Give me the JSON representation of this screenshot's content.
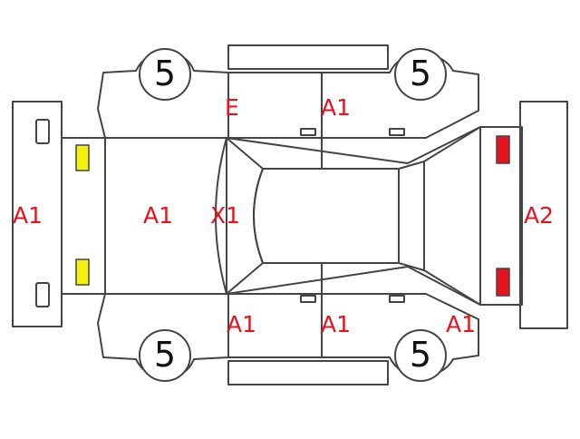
{
  "colors": {
    "outline": "#444444",
    "panel_fill": "#ffffff",
    "label_red": "#e8121c",
    "label_black": "#111111",
    "marker_yellow": "#f2f20a",
    "marker_red": "#e8121c"
  },
  "labels": {
    "rear_bumper": "A1",
    "trunk": "A1",
    "roof": "X1",
    "rear_door_top": "E",
    "front_door_top": "A1",
    "rear_door_bottom": "A1",
    "front_door_bottom": "A1",
    "front_fender_bottom": "A1",
    "front_bumper": "A2"
  },
  "wheels": {
    "rear_top": "5",
    "front_top": "5",
    "rear_bottom": "5",
    "front_bottom": "5"
  },
  "markers": {
    "rear_left_light": "yellow",
    "rear_right_light": "yellow",
    "front_left_light": "red",
    "front_right_light": "red"
  }
}
